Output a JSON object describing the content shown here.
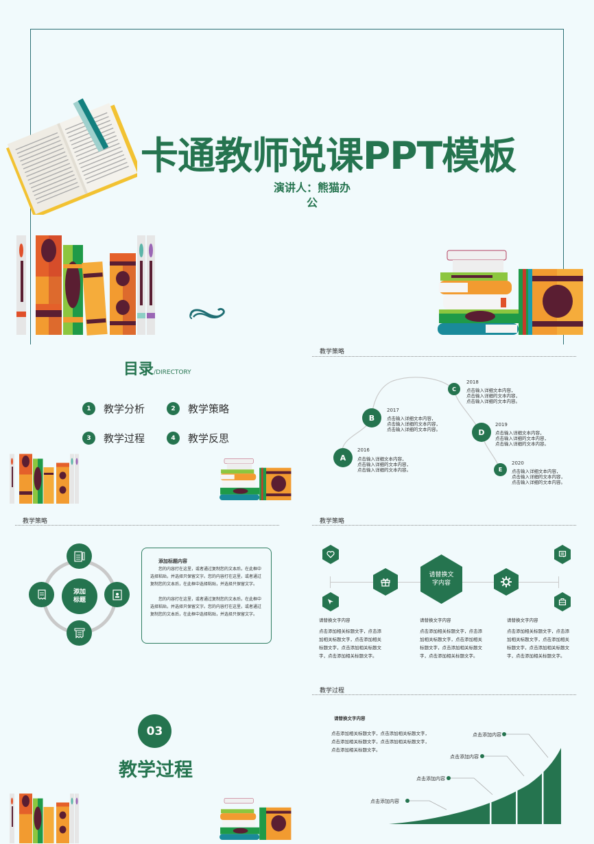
{
  "colors": {
    "primary_green": "#25744f",
    "frame_teal": "#2a6e73",
    "background": "#f1fafc",
    "ring_gray": "#c9c9c9"
  },
  "cover": {
    "title": "卡通教师说课PPT模板",
    "presenter_line1": "演讲人：熊猫办",
    "presenter_line2": "公",
    "decorations": [
      "open-book-icon",
      "book-row-left",
      "book-stack-right",
      "wave-ornament-icon"
    ]
  },
  "directory": {
    "title": "目录",
    "subtitle": "DIRECTORY",
    "items": [
      {
        "num": "1",
        "label": "教学分析"
      },
      {
        "num": "2",
        "label": "教学策略"
      },
      {
        "num": "3",
        "label": "教学过程"
      },
      {
        "num": "4",
        "label": "教学反思"
      }
    ]
  },
  "timeline_slide": {
    "header": "教学策略",
    "nodes": [
      {
        "letter": "A",
        "year": "2016",
        "lines": [
          "点击输入详细文本内容，",
          "点击输入详细的文本内容，",
          "点击输入详细的文本内容。"
        ]
      },
      {
        "letter": "B",
        "year": "2017",
        "lines": [
          "点击输入详细文本内容，",
          "点击输入详细的文本内容，",
          "点击输入详细的文本内容。"
        ]
      },
      {
        "letter": "C",
        "year": "2018",
        "lines": [
          "点击输入详细文本内容，",
          "点击输入详细的文本内容，",
          "点击输入详细的文本内容。"
        ]
      },
      {
        "letter": "D",
        "year": "2019",
        "lines": [
          "点击输入详细文本内容，",
          "点击输入详细的文本内容，",
          "点击输入详细的文本内容。"
        ]
      },
      {
        "letter": "E",
        "year": "2020",
        "lines": [
          "点击输入详细文本内容，",
          "点击输入详细的文本内容，",
          "点击输入详细的文本内容。"
        ]
      }
    ]
  },
  "cycle_slide": {
    "header": "教学策略",
    "center_line1": "添加",
    "center_line2": "标题",
    "satellite_icons": [
      "document-pen-icon",
      "profile-card-icon",
      "receipt-icon",
      "invoice-icon"
    ],
    "card": {
      "title": "添加标题内容",
      "paragraph1": "您的内容打在这里，或者通过复制您的文本后，在此框中选择粘贴，并选择只保留文字。您的内容打在这里，或者通过复制您的文本后，在此框中选择粘贴，并选择只保留文字。",
      "paragraph2": "您的内容打在这里，或者通过复制您的文本后，在此框中选择粘贴，并选择只保留文字。您的内容打在这里，或者通过复制您的文本后，在此框中选择粘贴，并选择只保留文字。"
    }
  },
  "hex_slide": {
    "header": "教学策略",
    "center_line1": "请替换文",
    "center_line2": "字内容",
    "icons": [
      "heart-icon",
      "paper-plane-icon",
      "gift-icon",
      "gear-icon",
      "message-icon",
      "briefcase-icon"
    ],
    "columns": [
      {
        "title": "请替换文字内容",
        "body": "点击添加相关标题文字，点击添加相关标题文字，点击添加相关标题文字，点击添加相关标题文字，点击添加相关标题文字。"
      },
      {
        "title": "请替换文字内容",
        "body": "点击添加相关标题文字，点击添加相关标题文字，点击添加相关标题文字，点击添加相关标题文字，点击添加相关标题文字。"
      },
      {
        "title": "请替换文字内容",
        "body": "点击添加相关标题文字，点击添加相关标题文字，点击添加相关标题文字，点击添加相关标题文字，点击添加相关标题文字。"
      }
    ]
  },
  "section_slide": {
    "number": "03",
    "title": "教学过程"
  },
  "growth_slide": {
    "header": "教学过程",
    "text_title": "请替换文字内容",
    "text_lines": [
      "点击添加相关标题文字，点击添加相关标题文字，",
      "点击添加相关标题文字，点击添加相关标题文字，",
      "点击添加相关标题文字。"
    ],
    "callouts": [
      "点击添加内容",
      "点击添加内容",
      "点击添加内容",
      "点击添加内容"
    ]
  }
}
